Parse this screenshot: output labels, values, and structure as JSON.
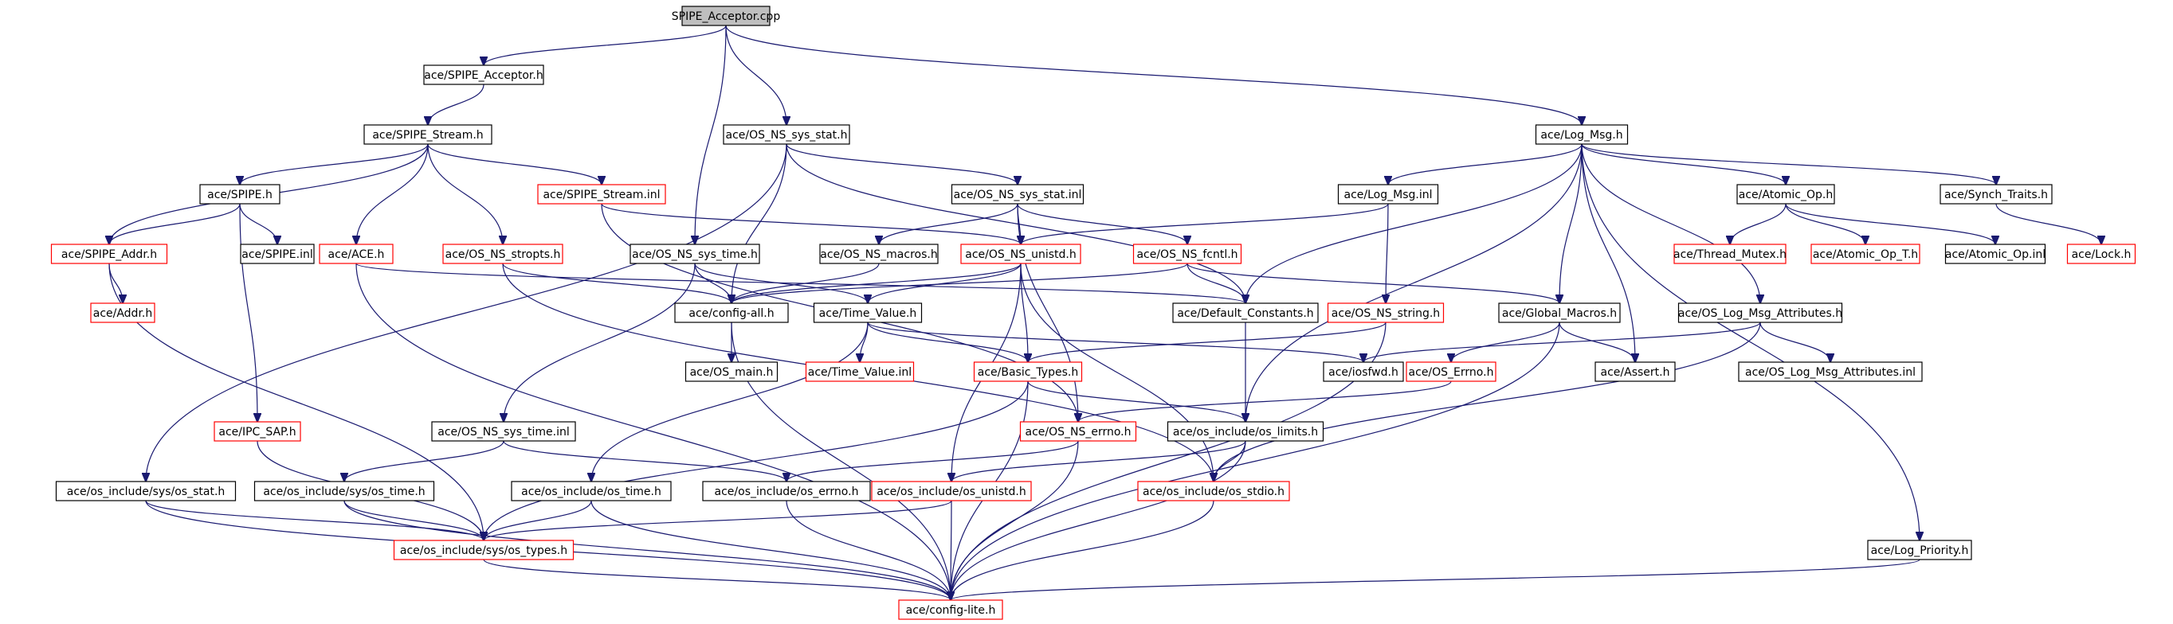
{
  "diagram": {
    "nodes": [
      {
        "id": "root",
        "label": "SPIPE_Acceptor.cpp",
        "root": true
      },
      {
        "id": "spipe_acceptor_h",
        "label": "ace/SPIPE_Acceptor.h"
      },
      {
        "id": "spipe_stream_h",
        "label": "ace/SPIPE_Stream.h"
      },
      {
        "id": "os_ns_sys_stat_h",
        "label": "ace/OS_NS_sys_stat.h"
      },
      {
        "id": "log_msg_h",
        "label": "ace/Log_Msg.h"
      },
      {
        "id": "spipe_h",
        "label": "ace/SPIPE.h"
      },
      {
        "id": "spipe_stream_inl",
        "label": "ace/SPIPE_Stream.inl",
        "red": true
      },
      {
        "id": "os_ns_sys_stat_inl",
        "label": "ace/OS_NS_sys_stat.inl"
      },
      {
        "id": "log_msg_inl",
        "label": "ace/Log_Msg.inl"
      },
      {
        "id": "atomic_op_h",
        "label": "ace/Atomic_Op.h"
      },
      {
        "id": "synch_traits_h",
        "label": "ace/Synch_Traits.h"
      },
      {
        "id": "spipe_addr_h",
        "label": "ace/SPIPE_Addr.h",
        "red": true
      },
      {
        "id": "spipe_inl",
        "label": "ace/SPIPE.inl"
      },
      {
        "id": "ace_h",
        "label": "ace/ACE.h",
        "red": true
      },
      {
        "id": "os_ns_stropts_h",
        "label": "ace/OS_NS_stropts.h",
        "red": true
      },
      {
        "id": "os_ns_sys_time_h",
        "label": "ace/OS_NS_sys_time.h"
      },
      {
        "id": "os_ns_macros_h",
        "label": "ace/OS_NS_macros.h"
      },
      {
        "id": "os_ns_unistd_h",
        "label": "ace/OS_NS_unistd.h",
        "red": true
      },
      {
        "id": "os_ns_fcntl_h",
        "label": "ace/OS_NS_fcntl.h",
        "red": true
      },
      {
        "id": "thread_mutex_h",
        "label": "ace/Thread_Mutex.h",
        "red": true
      },
      {
        "id": "atomic_op_t_h",
        "label": "ace/Atomic_Op_T.h",
        "red": true
      },
      {
        "id": "atomic_op_inl",
        "label": "ace/Atomic_Op.inl"
      },
      {
        "id": "lock_h",
        "label": "ace/Lock.h",
        "red": true
      },
      {
        "id": "addr_h",
        "label": "ace/Addr.h",
        "red": true
      },
      {
        "id": "config_all_h",
        "label": "ace/config-all.h"
      },
      {
        "id": "time_value_h",
        "label": "ace/Time_Value.h"
      },
      {
        "id": "default_constants_h",
        "label": "ace/Default_Constants.h"
      },
      {
        "id": "os_ns_string_h",
        "label": "ace/OS_NS_string.h",
        "red": true
      },
      {
        "id": "global_macros_h",
        "label": "ace/Global_Macros.h"
      },
      {
        "id": "os_log_msg_attributes_h",
        "label": "ace/OS_Log_Msg_Attributes.h"
      },
      {
        "id": "os_main_h",
        "label": "ace/OS_main.h"
      },
      {
        "id": "time_value_inl",
        "label": "ace/Time_Value.inl",
        "red": true
      },
      {
        "id": "basic_types_h",
        "label": "ace/Basic_Types.h",
        "red": true
      },
      {
        "id": "iosfwd_h",
        "label": "ace/iosfwd.h"
      },
      {
        "id": "os_errno_h",
        "label": "ace/OS_Errno.h",
        "red": true
      },
      {
        "id": "assert_h",
        "label": "ace/Assert.h"
      },
      {
        "id": "os_log_msg_attributes_inl",
        "label": "ace/OS_Log_Msg_Attributes.inl"
      },
      {
        "id": "ipc_sap_h",
        "label": "ace/IPC_SAP.h",
        "red": true
      },
      {
        "id": "os_ns_sys_time_inl",
        "label": "ace/OS_NS_sys_time.inl"
      },
      {
        "id": "os_ns_errno_h",
        "label": "ace/OS_NS_errno.h",
        "red": true
      },
      {
        "id": "os_include_os_limits_h",
        "label": "ace/os_include/os_limits.h"
      },
      {
        "id": "os_include_sys_os_stat_h",
        "label": "ace/os_include/sys/os_stat.h"
      },
      {
        "id": "os_include_sys_os_time_h",
        "label": "ace/os_include/sys/os_time.h"
      },
      {
        "id": "os_include_os_time_h",
        "label": "ace/os_include/os_time.h"
      },
      {
        "id": "os_include_os_errno_h",
        "label": "ace/os_include/os_errno.h"
      },
      {
        "id": "os_include_os_unistd_h",
        "label": "ace/os_include/os_unistd.h",
        "red": true
      },
      {
        "id": "os_include_os_stdio_h",
        "label": "ace/os_include/os_stdio.h",
        "red": true
      },
      {
        "id": "os_include_sys_os_types_h",
        "label": "ace/os_include/sys/os_types.h",
        "red": true
      },
      {
        "id": "log_priority_h",
        "label": "ace/Log_Priority.h"
      },
      {
        "id": "config_lite_h",
        "label": "ace/config-lite.h",
        "red": true
      }
    ],
    "edges": [
      [
        "root",
        "spipe_acceptor_h"
      ],
      [
        "root",
        "os_ns_sys_stat_h"
      ],
      [
        "root",
        "log_msg_h"
      ],
      [
        "root",
        "os_ns_sys_time_h"
      ],
      [
        "spipe_acceptor_h",
        "spipe_stream_h"
      ],
      [
        "spipe_stream_h",
        "spipe_h"
      ],
      [
        "spipe_stream_h",
        "spipe_stream_inl"
      ],
      [
        "spipe_stream_h",
        "spipe_addr_h"
      ],
      [
        "spipe_stream_h",
        "ace_h"
      ],
      [
        "spipe_stream_h",
        "os_ns_stropts_h"
      ],
      [
        "spipe_h",
        "spipe_addr_h"
      ],
      [
        "spipe_h",
        "spipe_inl"
      ],
      [
        "spipe_h",
        "ipc_sap_h"
      ],
      [
        "spipe_addr_h",
        "addr_h"
      ],
      [
        "spipe_addr_h",
        "os_include_sys_os_types_h"
      ],
      [
        "ace_h",
        "config_lite_h"
      ],
      [
        "ace_h",
        "default_constants_h"
      ],
      [
        "os_ns_stropts_h",
        "config_all_h"
      ],
      [
        "os_ns_stropts_h",
        "os_include_os_stdio_h"
      ],
      [
        "spipe_stream_inl",
        "os_ns_unistd_h"
      ],
      [
        "spipe_stream_inl",
        "os_ns_errno_h"
      ],
      [
        "os_ns_sys_stat_h",
        "os_ns_sys_stat_inl"
      ],
      [
        "os_ns_sys_stat_h",
        "config_all_h"
      ],
      [
        "os_ns_sys_stat_h",
        "default_constants_h"
      ],
      [
        "os_ns_sys_stat_h",
        "os_include_sys_os_stat_h"
      ],
      [
        "os_ns_sys_stat_inl",
        "os_ns_macros_h"
      ],
      [
        "os_ns_sys_stat_inl",
        "os_ns_unistd_h"
      ],
      [
        "os_ns_sys_stat_inl",
        "os_ns_fcntl_h"
      ],
      [
        "os_ns_sys_stat_inl",
        "os_ns_errno_h"
      ],
      [
        "os_ns_macros_h",
        "config_all_h"
      ],
      [
        "os_ns_unistd_h",
        "config_all_h"
      ],
      [
        "os_ns_unistd_h",
        "time_value_h"
      ],
      [
        "os_ns_unistd_h",
        "basic_types_h"
      ],
      [
        "os_ns_unistd_h",
        "os_include_os_unistd_h"
      ],
      [
        "os_ns_unistd_h",
        "os_include_os_stdio_h"
      ],
      [
        "os_ns_fcntl_h",
        "config_all_h"
      ],
      [
        "os_ns_fcntl_h",
        "default_constants_h"
      ],
      [
        "os_ns_fcntl_h",
        "global_macros_h"
      ],
      [
        "os_ns_sys_time_h",
        "config_all_h"
      ],
      [
        "os_ns_sys_time_h",
        "time_value_h"
      ],
      [
        "os_ns_sys_time_h",
        "os_ns_sys_time_inl"
      ],
      [
        "config_all_h",
        "os_main_h"
      ],
      [
        "config_all_h",
        "config_lite_h"
      ],
      [
        "time_value_h",
        "time_value_inl"
      ],
      [
        "time_value_h",
        "basic_types_h"
      ],
      [
        "time_value_h",
        "iosfwd_h"
      ],
      [
        "time_value_h",
        "os_include_os_time_h"
      ],
      [
        "basic_types_h",
        "os_include_os_limits_h"
      ],
      [
        "basic_types_h",
        "os_include_sys_os_types_h"
      ],
      [
        "basic_types_h",
        "config_lite_h"
      ],
      [
        "os_ns_sys_time_inl",
        "os_include_sys_os_time_h"
      ],
      [
        "os_ns_sys_time_inl",
        "os_include_os_errno_h"
      ],
      [
        "log_msg_h",
        "log_msg_inl"
      ],
      [
        "log_msg_h",
        "atomic_op_h"
      ],
      [
        "log_msg_h",
        "synch_traits_h"
      ],
      [
        "log_msg_h",
        "default_constants_h"
      ],
      [
        "log_msg_h",
        "global_macros_h"
      ],
      [
        "log_msg_h",
        "assert_h"
      ],
      [
        "log_msg_h",
        "os_log_msg_attributes_h"
      ],
      [
        "log_msg_h",
        "os_include_os_limits_h"
      ],
      [
        "log_msg_h",
        "log_priority_h"
      ],
      [
        "log_msg_inl",
        "os_ns_unistd_h"
      ],
      [
        "log_msg_inl",
        "os_ns_string_h"
      ],
      [
        "atomic_op_h",
        "thread_mutex_h"
      ],
      [
        "atomic_op_h",
        "atomic_op_t_h"
      ],
      [
        "atomic_op_h",
        "atomic_op_inl"
      ],
      [
        "synch_traits_h",
        "lock_h"
      ],
      [
        "os_ns_string_h",
        "basic_types_h"
      ],
      [
        "os_ns_string_h",
        "config_lite_h"
      ],
      [
        "global_macros_h",
        "os_errno_h"
      ],
      [
        "global_macros_h",
        "assert_h"
      ],
      [
        "global_macros_h",
        "config_lite_h"
      ],
      [
        "os_errno_h",
        "os_ns_errno_h"
      ],
      [
        "os_log_msg_attributes_h",
        "iosfwd_h"
      ],
      [
        "os_log_msg_attributes_h",
        "os_log_msg_attributes_inl"
      ],
      [
        "os_log_msg_attributes_h",
        "os_include_os_stdio_h"
      ],
      [
        "default_constants_h",
        "os_include_os_limits_h"
      ],
      [
        "ipc_sap_h",
        "os_include_sys_os_types_h"
      ],
      [
        "os_ns_errno_h",
        "os_include_os_errno_h"
      ],
      [
        "os_ns_errno_h",
        "config_lite_h"
      ],
      [
        "os_include_os_limits_h",
        "os_include_os_unistd_h"
      ],
      [
        "os_include_os_limits_h",
        "os_include_os_stdio_h"
      ],
      [
        "os_include_os_limits_h",
        "config_lite_h"
      ],
      [
        "os_include_sys_os_stat_h",
        "os_include_sys_os_types_h"
      ],
      [
        "os_include_sys_os_stat_h",
        "config_lite_h"
      ],
      [
        "os_include_sys_os_time_h",
        "os_include_sys_os_types_h"
      ],
      [
        "os_include_sys_os_time_h",
        "config_lite_h"
      ],
      [
        "os_include_os_time_h",
        "os_include_sys_os_types_h"
      ],
      [
        "os_include_os_time_h",
        "config_lite_h"
      ],
      [
        "os_include_os_errno_h",
        "config_lite_h"
      ],
      [
        "os_include_os_unistd_h",
        "os_include_sys_os_types_h"
      ],
      [
        "os_include_os_unistd_h",
        "config_lite_h"
      ],
      [
        "os_include_os_stdio_h",
        "config_lite_h"
      ],
      [
        "os_include_sys_os_types_h",
        "config_lite_h"
      ],
      [
        "log_priority_h",
        "config_lite_h"
      ]
    ]
  }
}
